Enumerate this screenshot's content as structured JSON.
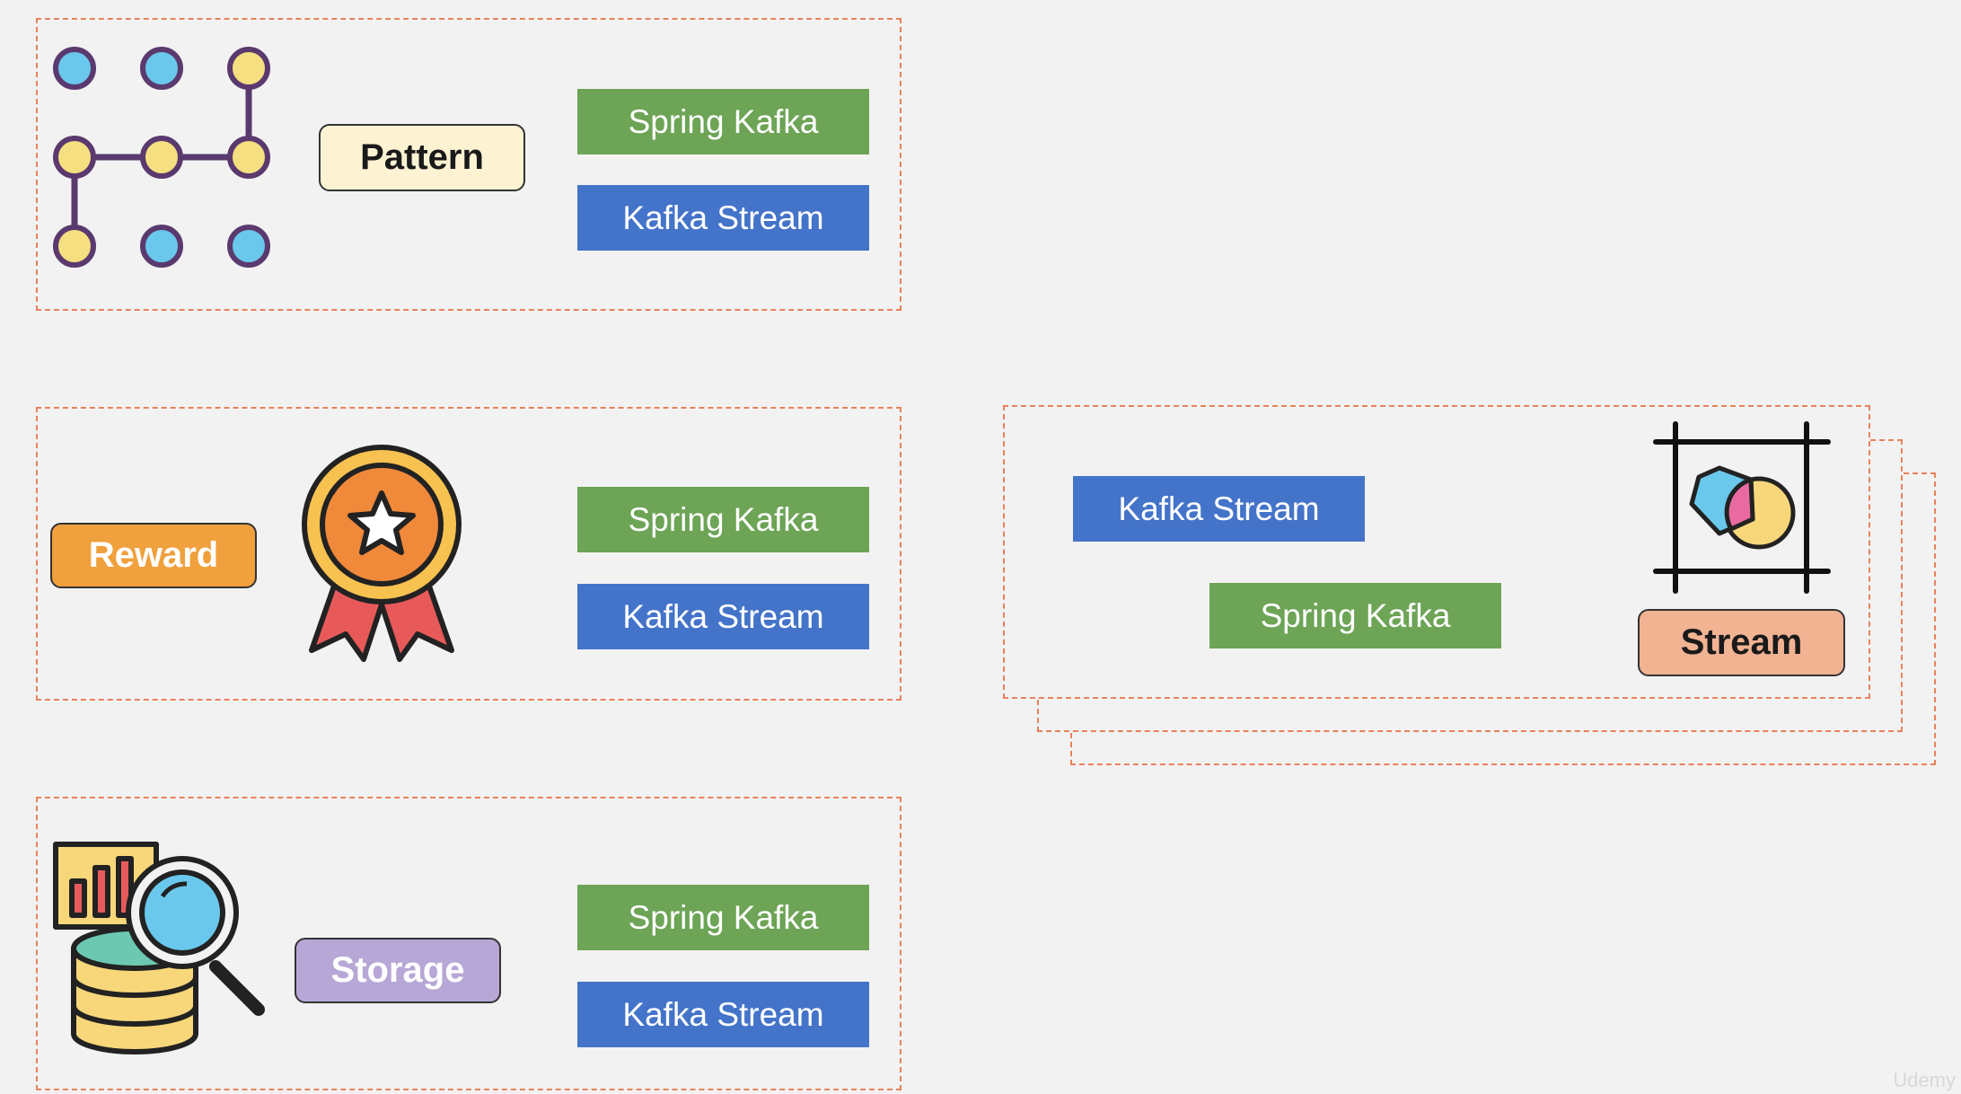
{
  "panels": {
    "pattern": {
      "label": "Pattern",
      "spring_kafka": "Spring Kafka",
      "kafka_stream": "Kafka Stream",
      "icon": "pattern-lock-icon"
    },
    "reward": {
      "label": "Reward",
      "spring_kafka": "Spring Kafka",
      "kafka_stream": "Kafka Stream",
      "icon": "award-medal-icon"
    },
    "storage": {
      "label": "Storage",
      "spring_kafka": "Spring Kafka",
      "kafka_stream": "Kafka Stream",
      "icon": "database-analytics-icon"
    },
    "stream": {
      "label": "Stream",
      "kafka_stream": "Kafka Stream",
      "spring_kafka": "Spring Kafka",
      "icon": "shapes-crop-icon"
    }
  },
  "colors": {
    "spring_kafka": "#6da456",
    "kafka_stream": "#4474c9",
    "pattern_label": "#fdf3d3",
    "reward_label": "#f0a03c",
    "storage_label": "#b7a7d6",
    "stream_label": "#f2b393",
    "panel_border": "#e8825a"
  },
  "watermark": "Udemy"
}
